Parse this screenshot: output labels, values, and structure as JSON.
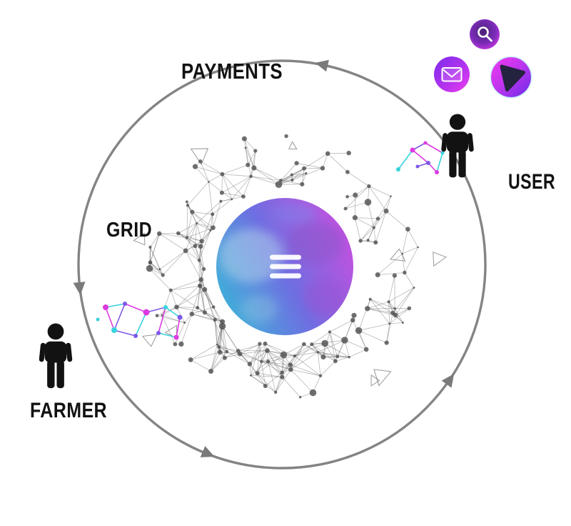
{
  "diagram": {
    "labels": {
      "payments": "PAYMENTS",
      "user": "USER",
      "grid": "GRID",
      "farmer": "FARMER"
    },
    "flow_direction": "counterclockwise",
    "center_logo": "threefold-globe-logo",
    "app_icons": [
      "search-icon",
      "mail-icon",
      "play-icon"
    ],
    "colors": {
      "label": "#121212",
      "arrow": "#7a7a7a",
      "mesh": "#565656",
      "globe_teal": "#3cb2d8",
      "globe_violet": "#6f6ee2",
      "globe_magenta": "#c84fe0",
      "cluster_cyan": "#38d2dc",
      "cluster_magenta": "#dd3ae2",
      "cluster_violet": "#7e58e8"
    }
  }
}
